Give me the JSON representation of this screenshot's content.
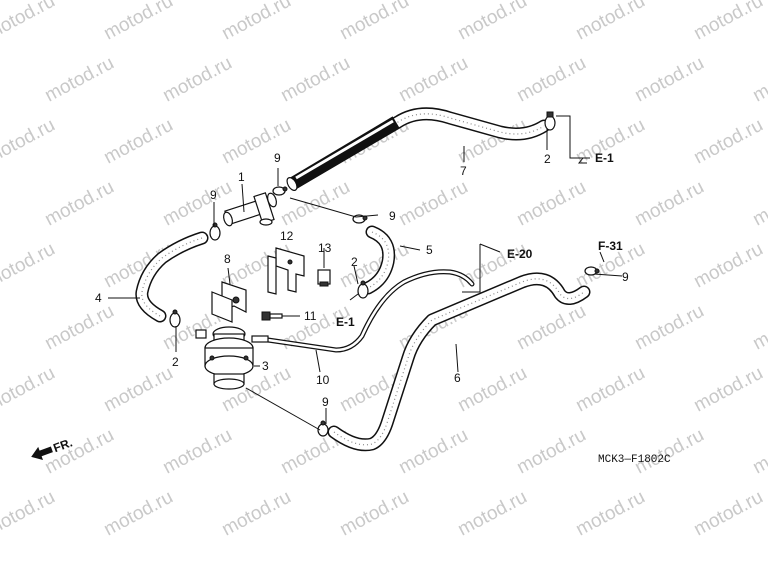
{
  "watermark": {
    "text": "motod.ru",
    "color": "#c9c9c9"
  },
  "diagram_code": "MCK3—F1802C",
  "front_marker": {
    "label": "FR.",
    "icon": "front-arrow-icon"
  },
  "callouts": [
    {
      "id": "c1",
      "label": "1"
    },
    {
      "id": "c2a",
      "label": "2"
    },
    {
      "id": "c2b",
      "label": "2"
    },
    {
      "id": "c2c",
      "label": "2"
    },
    {
      "id": "c3",
      "label": "3"
    },
    {
      "id": "c4",
      "label": "4"
    },
    {
      "id": "c5",
      "label": "5"
    },
    {
      "id": "c6",
      "label": "6"
    },
    {
      "id": "c7",
      "label": "7"
    },
    {
      "id": "c8",
      "label": "8"
    },
    {
      "id": "c9a",
      "label": "9"
    },
    {
      "id": "c9b",
      "label": "9"
    },
    {
      "id": "c9c",
      "label": "9"
    },
    {
      "id": "c9d",
      "label": "9"
    },
    {
      "id": "c9e",
      "label": "9"
    },
    {
      "id": "c10",
      "label": "10"
    },
    {
      "id": "c11",
      "label": "11"
    },
    {
      "id": "c12",
      "label": "12"
    },
    {
      "id": "c13",
      "label": "13"
    }
  ],
  "references": [
    {
      "id": "r-e1-top",
      "label": "E-1"
    },
    {
      "id": "r-e1-mid",
      "label": "E-1"
    },
    {
      "id": "r-e20",
      "label": "E-20"
    },
    {
      "id": "r-f31",
      "label": "F-31"
    }
  ]
}
